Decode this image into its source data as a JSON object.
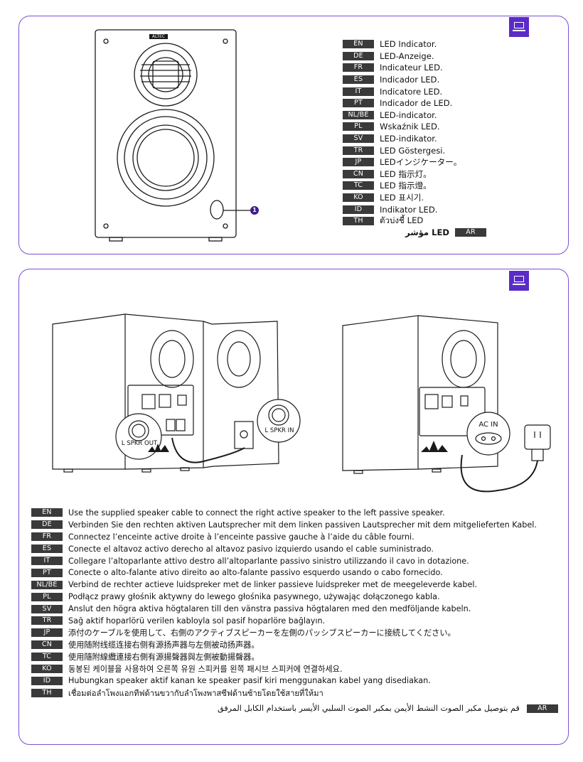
{
  "panel1": {
    "badge_icon": "laptop-icon",
    "callout_number": "1",
    "speaker_brand_badge": "ALTEC",
    "languages": [
      {
        "code": "EN",
        "text": "LED Indicator."
      },
      {
        "code": "DE",
        "text": "LED-Anzeige."
      },
      {
        "code": "FR",
        "text": "Indicateur LED."
      },
      {
        "code": "ES",
        "text": "Indicador LED."
      },
      {
        "code": "IT",
        "text": "Indicatore LED."
      },
      {
        "code": "PT",
        "text": "Indicador de LED."
      },
      {
        "code": "NL/BE",
        "text": "LED-indicator."
      },
      {
        "code": "PL",
        "text": "Wskaźnik LED."
      },
      {
        "code": "SV",
        "text": "LED-indikator."
      },
      {
        "code": "TR",
        "text": "LED Göstergesi."
      },
      {
        "code": "JP",
        "text": "LEDインジケーター。"
      },
      {
        "code": "CN",
        "text": "LED 指示灯。"
      },
      {
        "code": "TC",
        "text": "LED 指示燈。"
      },
      {
        "code": "KO",
        "text": "LED 표시기."
      },
      {
        "code": "ID",
        "text": "Indikator LED."
      },
      {
        "code": "TH",
        "text": "ตัวบ่งชี้ LED"
      }
    ],
    "arabic": {
      "code": "AR",
      "text": "LED مؤشر"
    }
  },
  "panel2": {
    "badge_icon": "laptop-icon",
    "labels": {
      "l_spkr_out": "L SPKR OUT",
      "l_spkr_in": "L SPKR IN",
      "ac_in": "AC IN"
    },
    "languages": [
      {
        "code": "EN",
        "text": "Use the supplied speaker cable to connect the right active speaker to the left passive speaker."
      },
      {
        "code": "DE",
        "text": "Verbinden Sie den rechten aktiven Lautsprecher mit dem linken passiven Lautsprecher mit dem mitgelieferten Kabel."
      },
      {
        "code": "FR",
        "text": "Connectez l’enceinte active droite à l’enceinte passive gauche à l’aide du câble fourni."
      },
      {
        "code": "ES",
        "text": "Conecte el altavoz activo derecho al altavoz pasivo izquierdo usando el cable suministrado."
      },
      {
        "code": "IT",
        "text": "Collegare l’altoparlante attivo destro all’altoparlante passivo sinistro utilizzando il cavo in dotazione."
      },
      {
        "code": "PT",
        "text": "Conecte o alto-falante ativo direito ao alto-falante passivo esquerdo usando o cabo fornecido."
      },
      {
        "code": "NL/BE",
        "text": "Verbind de rechter actieve luidspreker met de linker passieve luidspreker met de meegeleverde kabel."
      },
      {
        "code": "PL",
        "text": "Podłącz prawy głośnik aktywny do lewego głośnika pasywnego, używając dołączonego kabla."
      },
      {
        "code": "SV",
        "text": "Anslut den högra aktiva högtalaren till den vänstra passiva högtalaren med den medföljande kabeln."
      },
      {
        "code": "TR",
        "text": "Sağ aktif hoparlörü verilen kabloyla sol pasif hoparlöre bağlayın."
      },
      {
        "code": "JP",
        "text": "添付のケーブルを使用して、右側のアクティブスピーカーを左側のパッシブスピーカーに接続してください。"
      },
      {
        "code": "CN",
        "text": "使用随附线缆连接右侧有源扬声器与左侧被动扬声器。"
      },
      {
        "code": "TC",
        "text": "使用隨附線纜連接右側有源揚聲器與左側被動揚聲器。"
      },
      {
        "code": "KO",
        "text": "동봉된 케이블을 사용하여 오른쪽 유원 스피커를 왼쪽 패시브 스피커에 연결하세요."
      },
      {
        "code": "ID",
        "text": "Hubungkan speaker aktif kanan ke speaker pasif kiri menggunakan kabel yang disediakan."
      },
      {
        "code": "TH",
        "text": "เชื่อมต่อลำโพงแอกทีฟด้านขวากับลำโพงพาสซีฟด้านซ้ายโดยใช้สายที่ให้มา"
      }
    ],
    "arabic": {
      "code": "AR",
      "text": "قم بتوصيل مكبر الصوت النشط الأيمن بمكبر الصوت السلبي الأيسر باستخدام الكابل المرفق"
    }
  }
}
